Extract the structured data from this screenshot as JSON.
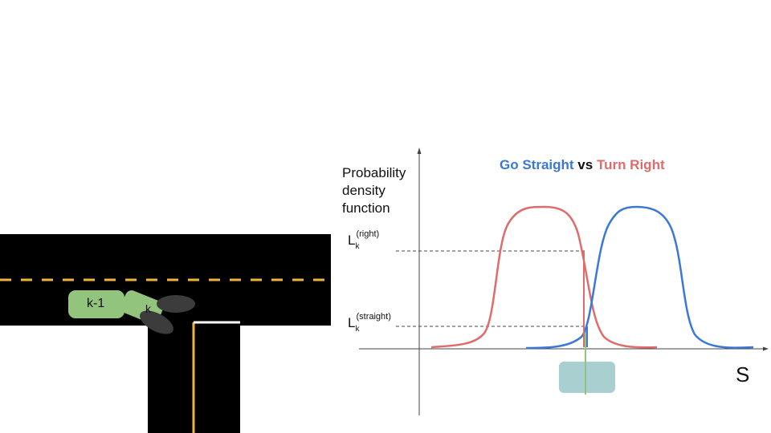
{
  "title": {
    "go_straight": "Go Straight",
    "vs": "vs",
    "turn_right": "Turn Right"
  },
  "y_axis_label": [
    "Probability",
    "density",
    "function"
  ],
  "x_axis_label": "S",
  "markers": {
    "right": {
      "symbol": "L",
      "sub": "k",
      "sup": "(right)"
    },
    "straight": {
      "symbol": "L",
      "sub": "k",
      "sup": "(straight)"
    }
  },
  "road": {
    "car_prev_label": "k-1",
    "car_curr_label": "k"
  },
  "colors": {
    "go_straight": "#3b78d6",
    "turn_right": "#e06b6b",
    "road": "#000000",
    "lane_marking": "#f0b43c",
    "car": "#93c47d",
    "obstacle": "#3c3c3c",
    "marker_box": "#a9cfd0",
    "marker_line": "#93c47d"
  },
  "chart_data": {
    "type": "line",
    "xlabel": "S",
    "ylabel": "Probability density function",
    "series": [
      {
        "name": "Go Straight",
        "shape": "bell",
        "color": "#3b78d6"
      },
      {
        "name": "Turn Right",
        "shape": "bell",
        "color": "#e06b6b"
      }
    ]
  }
}
